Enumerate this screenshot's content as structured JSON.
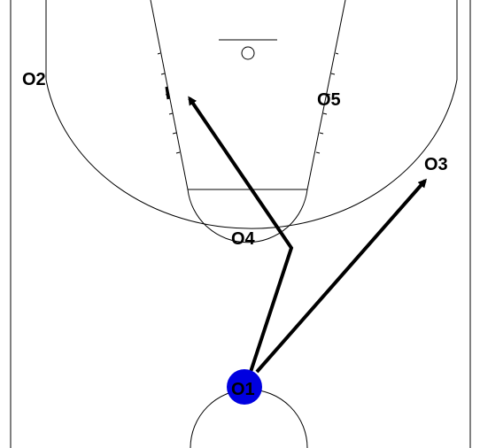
{
  "colors": {
    "background": "#ffffff",
    "court_lines": "#000000",
    "ball_handler_fill": "#0000e0",
    "arrows": "#000000"
  },
  "players": {
    "o1": "O1",
    "o2": "O2",
    "o3": "O3",
    "o4": "O4",
    "o5": "O5"
  }
}
